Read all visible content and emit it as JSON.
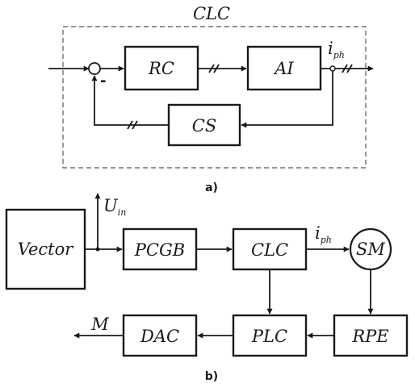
{
  "diagram_a": {
    "caption": "a)",
    "group_label": "CLC",
    "blocks": {
      "rc": "RC",
      "ai": "AI",
      "cs": "CS"
    },
    "minus_sign": "-",
    "output_label": {
      "main": "i",
      "sub": "ph"
    }
  },
  "diagram_b": {
    "caption": "b)",
    "input_label": {
      "main": "U",
      "sub": "in"
    },
    "current_label": {
      "main": "i",
      "sub": "ph"
    },
    "output_label": "M",
    "blocks": {
      "vector": "Vector",
      "pcgb": "PCGB",
      "clc": "CLC",
      "sm": "SM",
      "dac": "DAC",
      "plc": "PLC",
      "rpe": "RPE"
    }
  }
}
